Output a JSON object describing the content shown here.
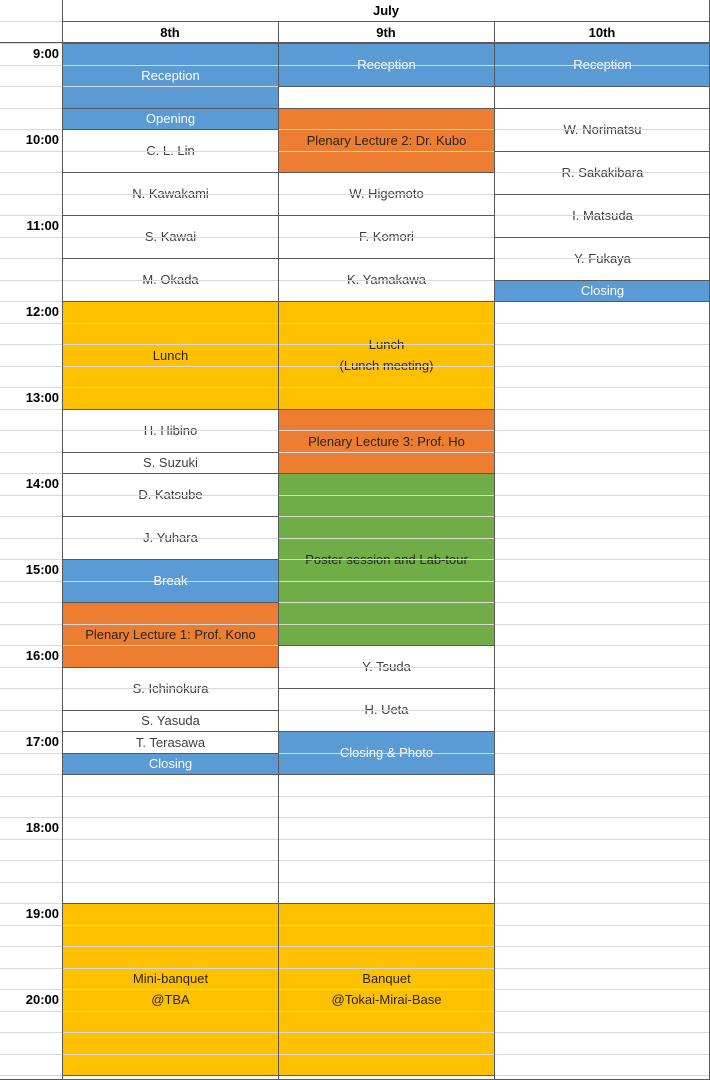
{
  "header": {
    "month": "July",
    "days": [
      "8th",
      "9th",
      "10th"
    ]
  },
  "times": [
    "9:00",
    "10:00",
    "11:00",
    "12:00",
    "13:00",
    "14:00",
    "15:00",
    "16:00",
    "17:00",
    "18:00",
    "19:00",
    "20:00"
  ],
  "colors": {
    "blue": "#5b9bd5",
    "orange": "#ed7d31",
    "yellow": "#ffc000",
    "green": "#70ad47",
    "border": "#595959",
    "grid": "#d9d9d9"
  },
  "day1": [
    {
      "label": "Reception",
      "color": "blue"
    },
    {
      "label": "Opening",
      "color": "blue"
    },
    {
      "label": "C. L. Lin",
      "color": "white"
    },
    {
      "label": "N. Kawakami",
      "color": "white"
    },
    {
      "label": "S. Kawai",
      "color": "white"
    },
    {
      "label": "M. Okada",
      "color": "white"
    },
    {
      "label": "Lunch",
      "color": "yellow"
    },
    {
      "label": "H. Hibino",
      "color": "white"
    },
    {
      "label": "S. Suzuki",
      "color": "white"
    },
    {
      "label": "D. Katsube",
      "color": "white"
    },
    {
      "label": "J. Yuhara",
      "color": "white"
    },
    {
      "label": "Break",
      "color": "blue"
    },
    {
      "label": "Plenary Lecture 1: Prof. Kono",
      "color": "orange"
    },
    {
      "label": "S. Ichinokura",
      "color": "white"
    },
    {
      "label": "S. Yasuda",
      "color": "white"
    },
    {
      "label": "T. Terasawa",
      "color": "white"
    },
    {
      "label": "Closing",
      "color": "blue"
    },
    {
      "label": "Mini-banquet\n@TBA",
      "color": "yellow"
    }
  ],
  "day2": [
    {
      "label": "Reception",
      "color": "blue"
    },
    {
      "label": "Plenary Lecture 2: Dr. Kubo",
      "color": "orange"
    },
    {
      "label": "W. Higemoto",
      "color": "white"
    },
    {
      "label": "F. Komori",
      "color": "white"
    },
    {
      "label": "K. Yamakawa",
      "color": "white"
    },
    {
      "label": "Lunch\n(Lunch meeting)",
      "color": "yellow"
    },
    {
      "label": "Plenary Lecture 3: Prof. Ho",
      "color": "orange"
    },
    {
      "label": "Poster session and Lab-tour",
      "color": "green"
    },
    {
      "label": "Y. Tsuda",
      "color": "white"
    },
    {
      "label": "H. Ueta",
      "color": "white"
    },
    {
      "label": "Closing & Photo",
      "color": "blue"
    },
    {
      "label": "Banquet\n@Tokai-Mirai-Base",
      "color": "yellow"
    }
  ],
  "day3": [
    {
      "label": "Reception",
      "color": "blue"
    },
    {
      "label": "W. Norimatsu",
      "color": "white"
    },
    {
      "label": "R. Sakakibara",
      "color": "white"
    },
    {
      "label": "I. Matsuda",
      "color": "white"
    },
    {
      "label": "Y. Fukaya",
      "color": "white"
    },
    {
      "label": "Closing",
      "color": "blue"
    }
  ]
}
